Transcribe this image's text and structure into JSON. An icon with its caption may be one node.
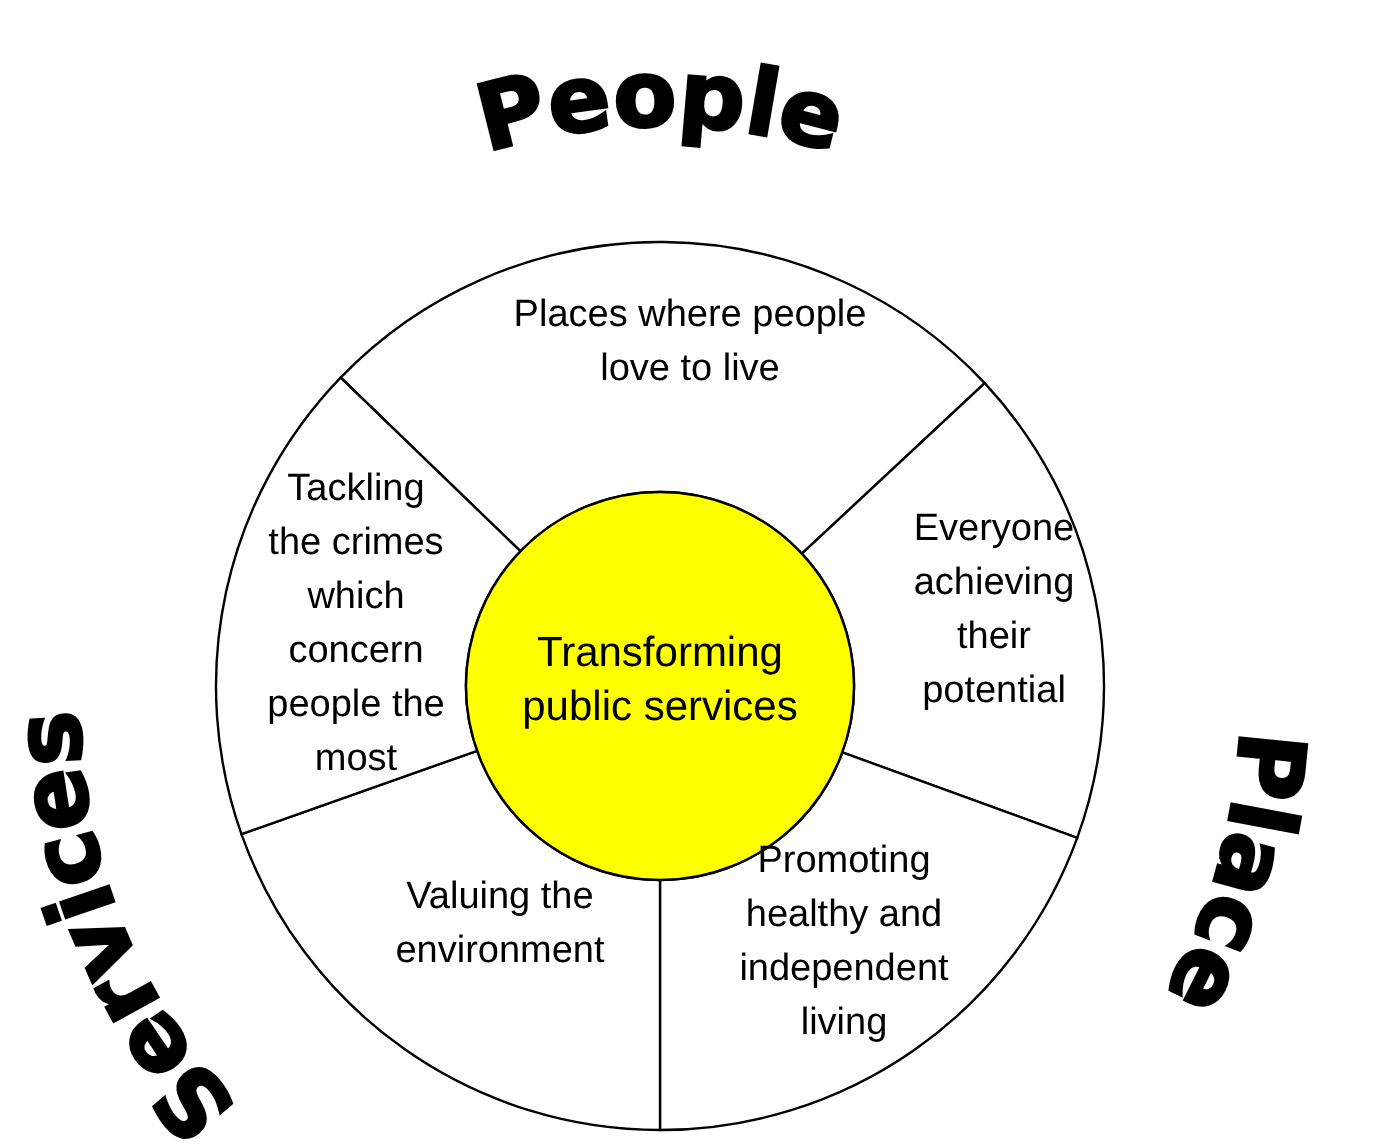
{
  "diagram": {
    "nodes": [
      {
        "text": [
          "Places where people love to live"
        ]
      },
      {
        "text": [
          "Everyone achieving their potential"
        ]
      },
      {
        "text": [
          "Promoting healthy and independent living"
        ]
      },
      {
        "text": [
          "Valuing the environment"
        ]
      },
      {
        "text": [
          "Tackling the crimes which concern people the most"
        ]
      },
      {
        "text": [
          "Transforming public services"
        ]
      }
    ],
    "edges": [],
    "labels": [
      "People",
      "Place",
      "Services"
    ]
  }
}
